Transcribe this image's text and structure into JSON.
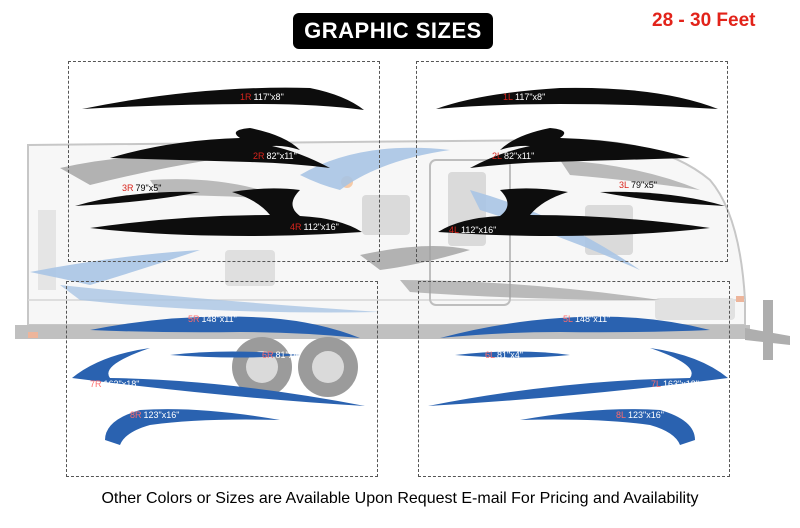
{
  "header": {
    "title": "GRAPHIC SIZES",
    "length": "28 - 30 Feet"
  },
  "footer": {
    "note": "Other Colors or Sizes are Available Upon Request E-mail For Pricing and Availability"
  },
  "colors": {
    "black_decal": "#0d0d0d",
    "blue_decal": "#2a62b0",
    "light_blue_swoosh": "#a9c4e4",
    "gray_swoosh": "#a0a0a0",
    "code_red": "#d9241c"
  },
  "pieces": {
    "p1r": {
      "code": "1R",
      "size": "117\"x8\""
    },
    "p2r": {
      "code": "2R",
      "size": "82\"x11\""
    },
    "p3r": {
      "code": "3R",
      "size": "79\"x5\""
    },
    "p4r": {
      "code": "4R",
      "size": "112\"x16\""
    },
    "p5r": {
      "code": "5R",
      "size": "148\"x11\""
    },
    "p6r": {
      "code": "6R",
      "size": "81\"x4\""
    },
    "p7r": {
      "code": "7R",
      "size": "163\"x18\""
    },
    "p8r": {
      "code": "8R",
      "size": "123\"x16\""
    },
    "p1l": {
      "code": "1L",
      "size": "117\"x8\""
    },
    "p2l": {
      "code": "2L",
      "size": "82\"x11\""
    },
    "p3l": {
      "code": "3L",
      "size": "79\"x5\""
    },
    "p4l": {
      "code": "4L",
      "size": "112\"x16\""
    },
    "p5l": {
      "code": "5L",
      "size": "148\"x11\""
    },
    "p6l": {
      "code": "6L",
      "size": "81\"x4\""
    },
    "p7l": {
      "code": "7L",
      "size": "163\"x18\""
    },
    "p8l": {
      "code": "8L",
      "size": "123\"x16\""
    }
  }
}
